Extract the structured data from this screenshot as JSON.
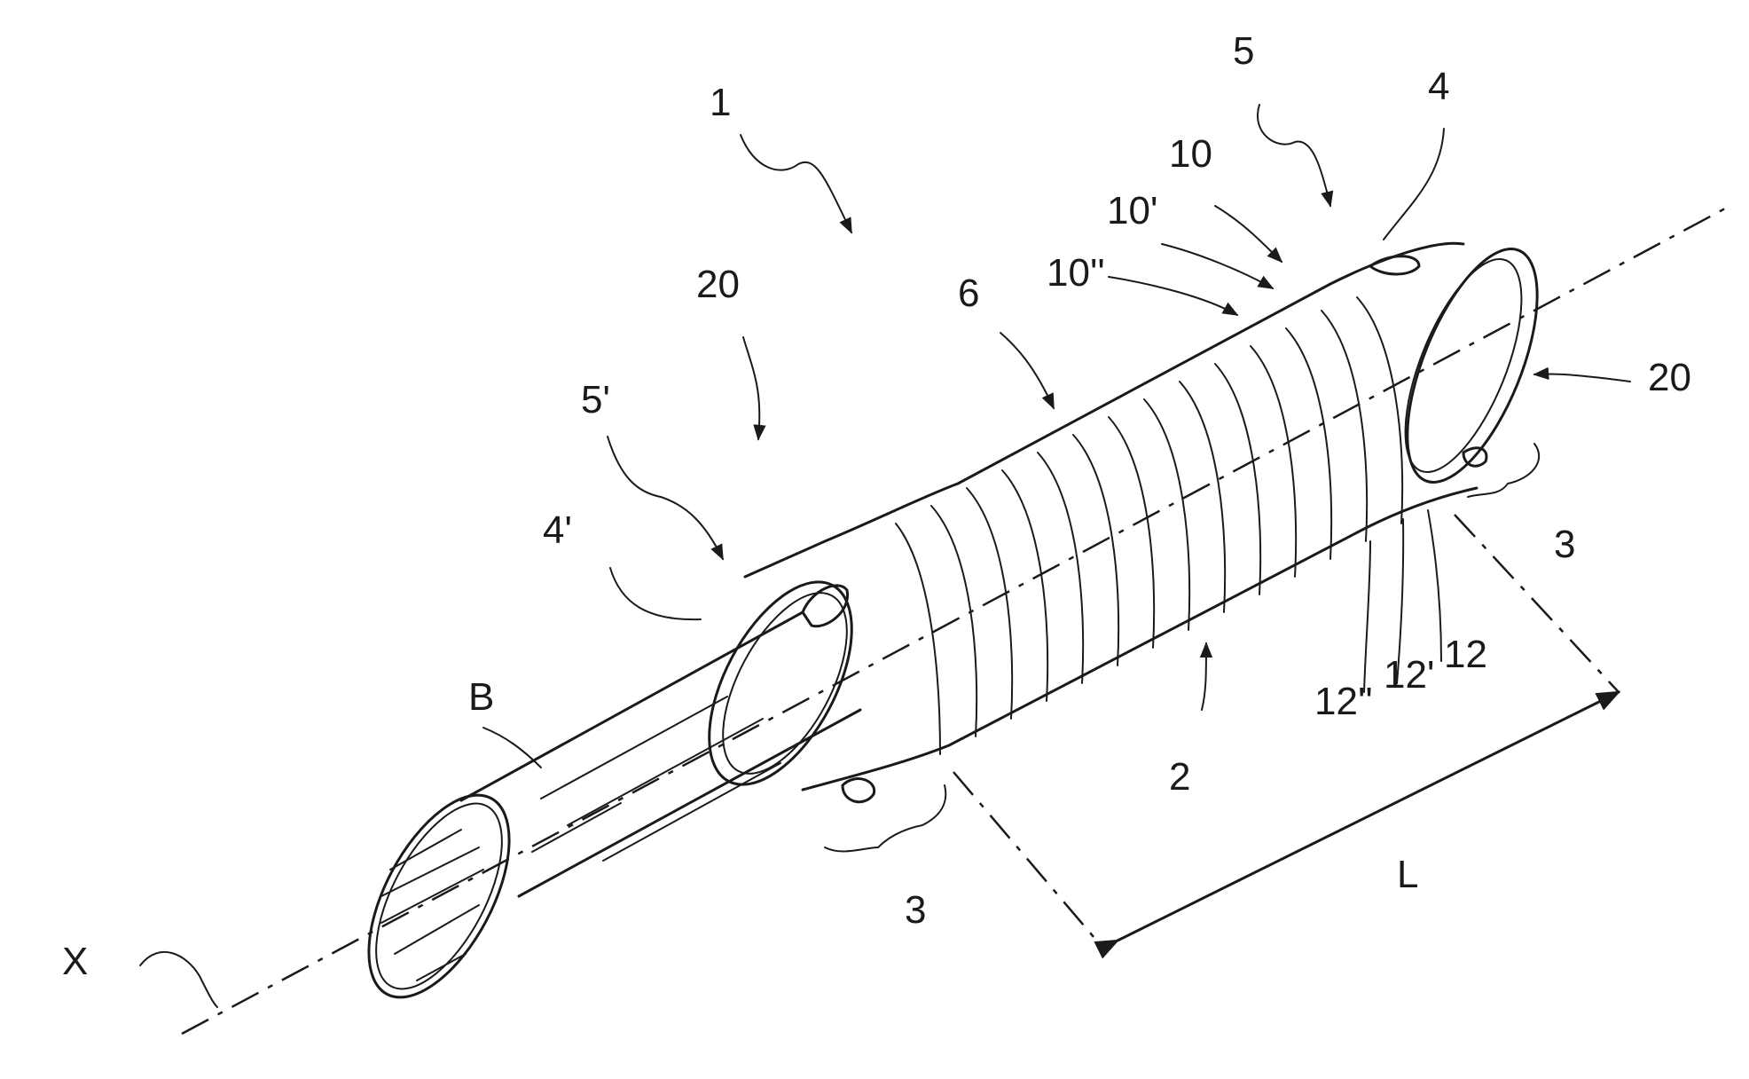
{
  "figure": {
    "labels": {
      "device": "1",
      "sleeve_top_ref": "5",
      "end_ring_top": "4",
      "groove_10": "10",
      "groove_10p": "10'",
      "groove_10pp": "10''",
      "band_20_left": "20",
      "band_20_right": "20",
      "corrugation": "6",
      "sleeve_left_ref": "5'",
      "end_ring_left": "4'",
      "bar": "B",
      "gap_left": "3",
      "gap_right": "3",
      "body": "2",
      "ridge_12": "12",
      "ridge_12p": "12'",
      "ridge_12pp": "12''",
      "length": "L",
      "axis": "X"
    }
  }
}
